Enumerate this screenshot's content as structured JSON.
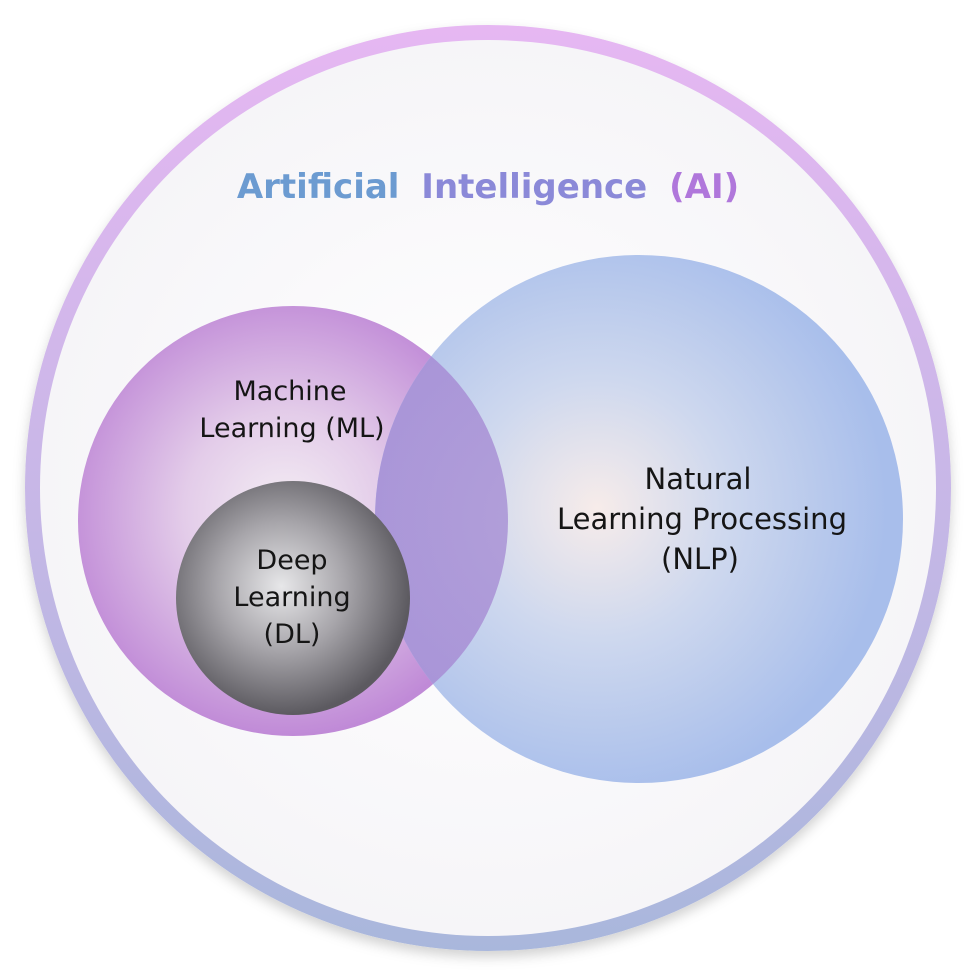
{
  "diagram": {
    "outer": {
      "title_part1": "Artificial",
      "title_part2": "Intelligence",
      "title_part3": "(AI)"
    },
    "ml": {
      "line1": "Machine",
      "line2": "Learning (ML)"
    },
    "dl": {
      "line1": "Deep",
      "line2": "Learning",
      "line3": "(DL)"
    },
    "nlp": {
      "line1": "Natural",
      "line2": "Learning Processing",
      "line3": "(NLP)"
    }
  },
  "colors": {
    "ring_top": "#E6B7F2",
    "ring_bottom": "#A9B7DC",
    "ml_fill": "#C08AD7",
    "nlp_fill": "#A8BEEB",
    "overlap": "#A48AD9",
    "dl_dark": "#5E5C62",
    "title_blue": "#6C9BD1",
    "title_purple": "#B077DB",
    "text_dark": "#151515"
  }
}
